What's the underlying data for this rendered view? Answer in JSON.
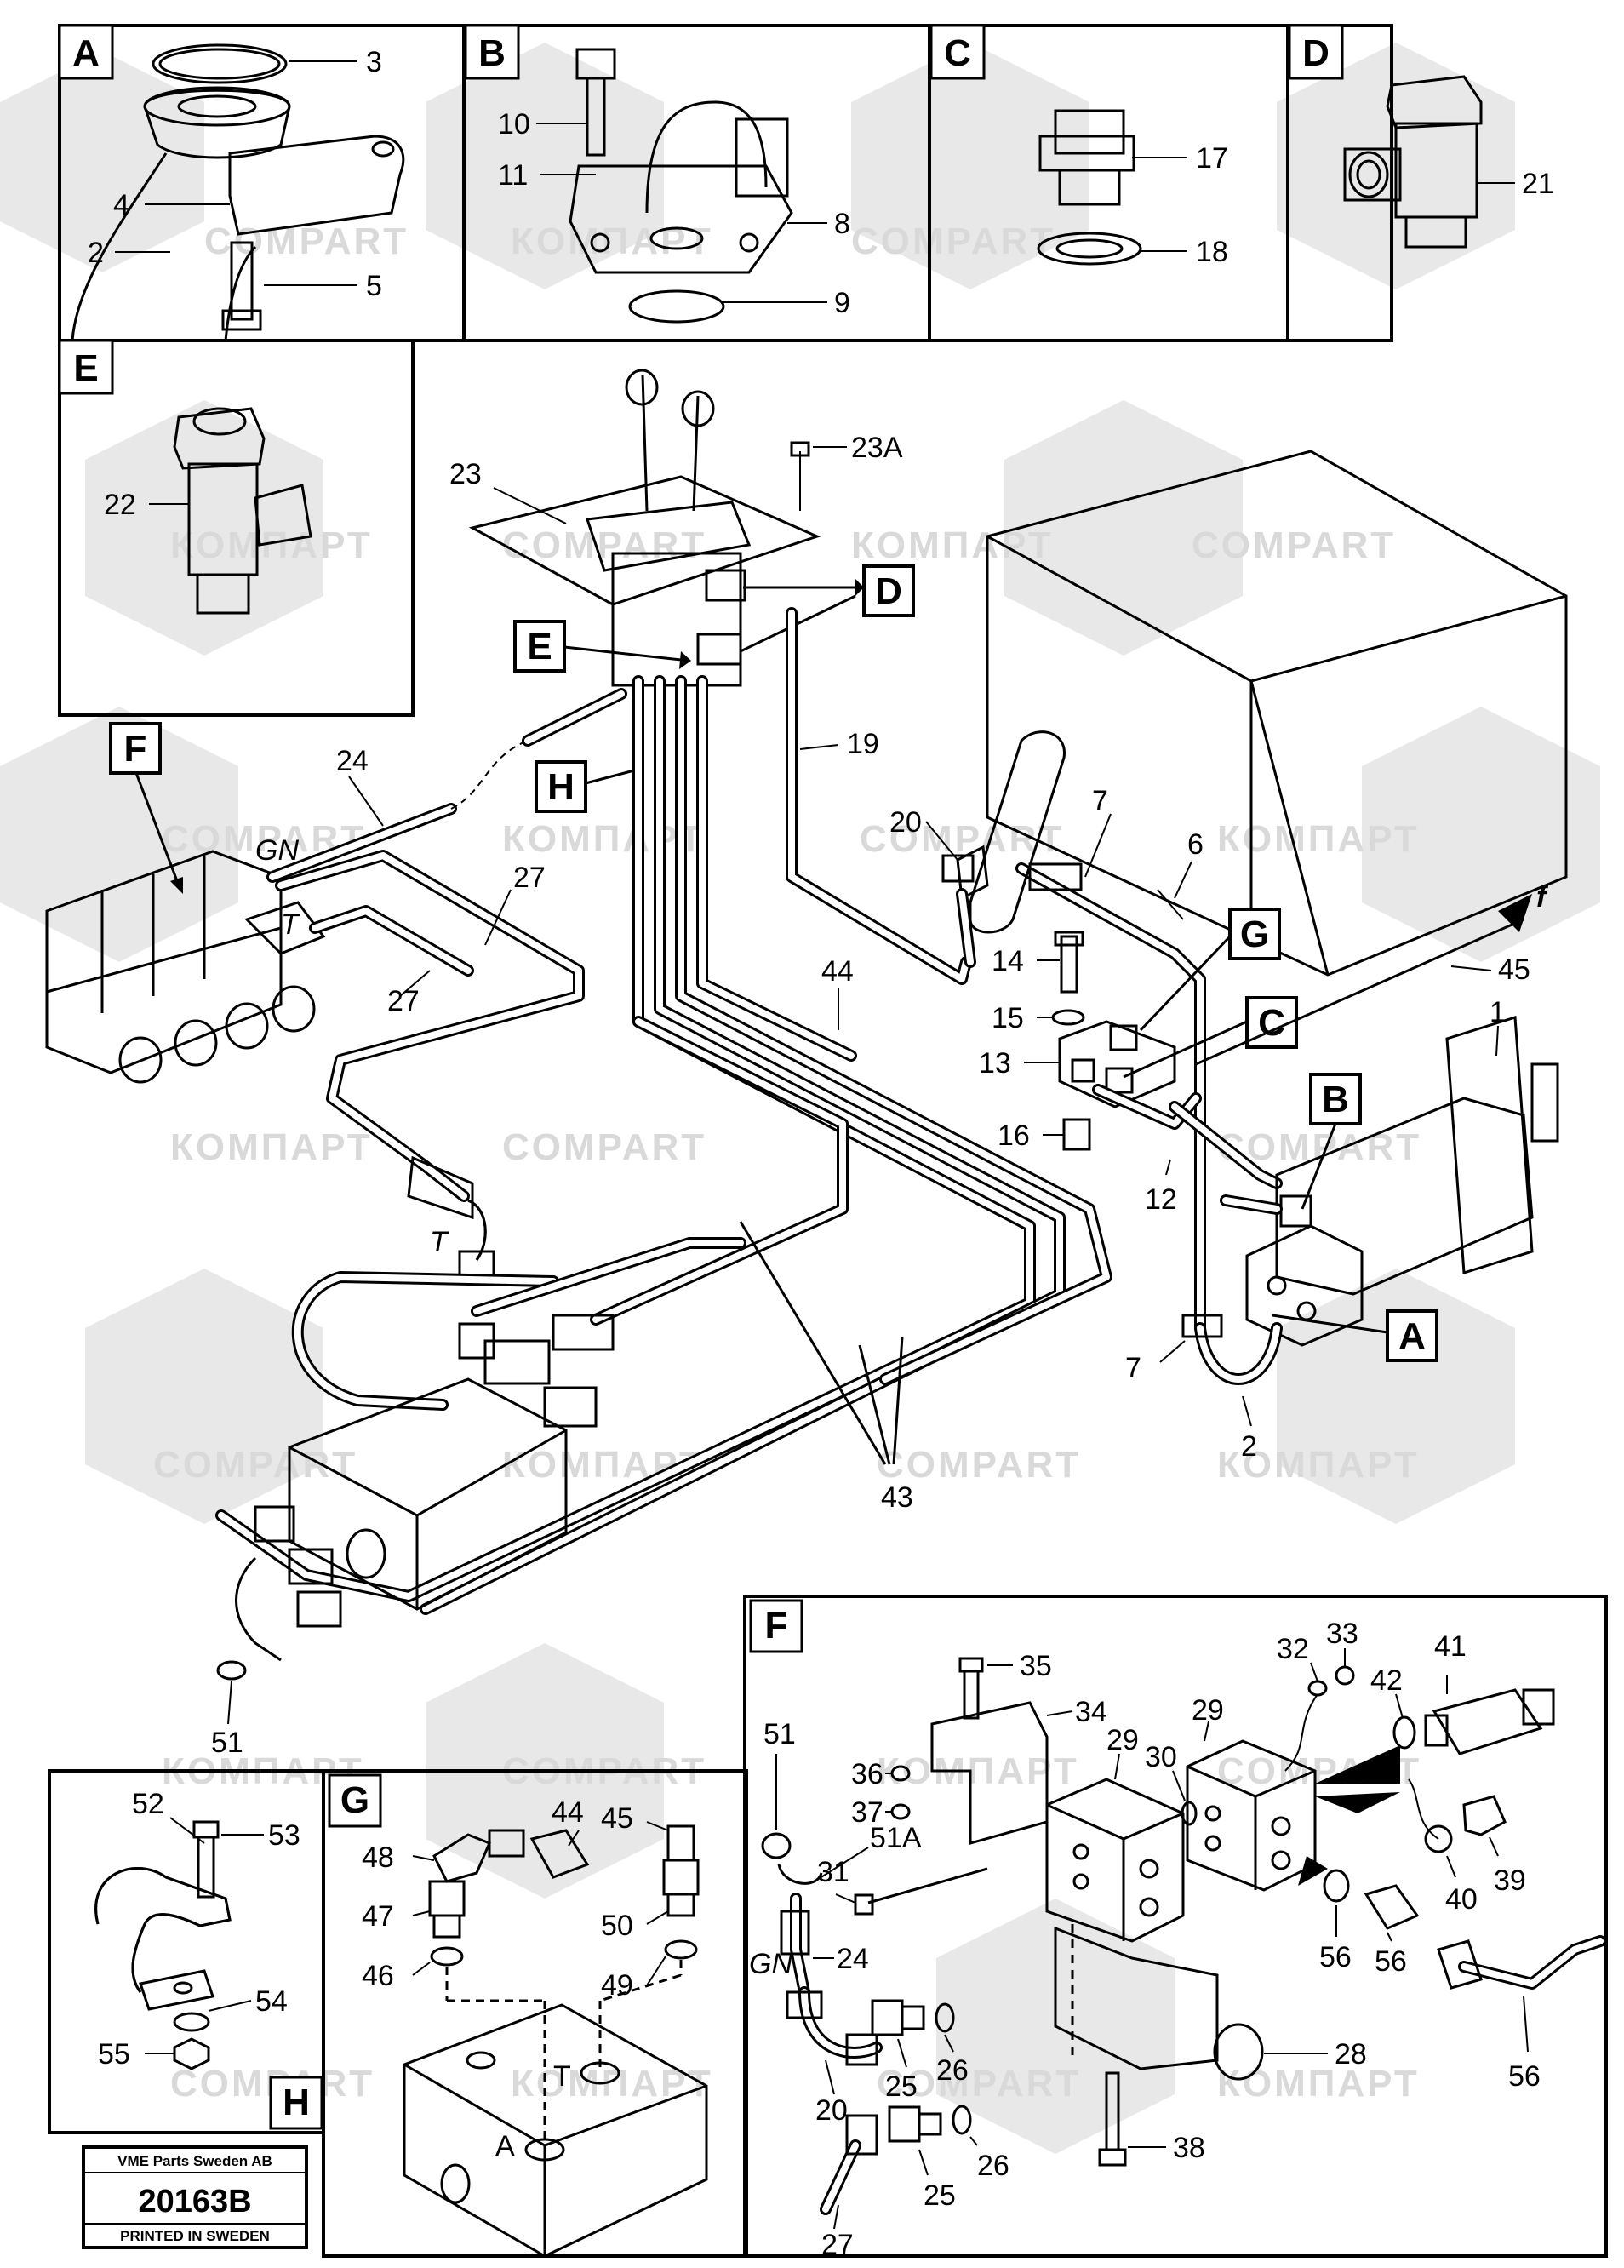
{
  "sections": {
    "A": "A",
    "B": "B",
    "C": "C",
    "D": "D",
    "E": "E",
    "F": "F",
    "G": "G",
    "H": "H"
  },
  "callouts": {
    "D": "D",
    "E": "E",
    "F": "F",
    "H": "H",
    "G": "G",
    "C": "C",
    "B": "B",
    "A": "A"
  },
  "parts_top": {
    "p3": "3",
    "p4": "4",
    "p2": "2",
    "p5": "5",
    "p10": "10",
    "p11": "11",
    "p8": "8",
    "p9": "9",
    "p17": "17",
    "p18": "18",
    "p21": "21",
    "p22": "22"
  },
  "parts_main": {
    "p23": "23",
    "p23A": "23A",
    "p19": "19",
    "p24": "24",
    "p27a": "27",
    "p27b": "27",
    "p20": "20",
    "p7a": "7",
    "p6": "6",
    "pf": "f",
    "p45": "45",
    "p14": "14",
    "p15": "15",
    "p13": "13",
    "p44": "44",
    "p16": "16",
    "p12": "12",
    "p1": "1",
    "p7b": "7",
    "p2b": "2",
    "p43": "43",
    "p51": "51"
  },
  "parts_F": {
    "p35": "35",
    "p34": "34",
    "p33": "33",
    "p32": "32",
    "p41": "41",
    "p42": "42",
    "p29a": "29",
    "p29b": "29",
    "p30": "30",
    "p51": "51",
    "p36": "36",
    "p37": "37",
    "p51A": "51A",
    "p31": "31",
    "p24": "24",
    "p39": "39",
    "p40": "40",
    "p56a": "56",
    "p56b": "56",
    "p56c": "56",
    "p26a": "26",
    "p25a": "25",
    "p20": "20",
    "p28": "28",
    "p26b": "26",
    "p25b": "25",
    "p27": "27",
    "p38": "38",
    "gn": "GN"
  },
  "parts_G": {
    "p44": "44",
    "p45": "45",
    "p48": "48",
    "p47": "47",
    "p46": "46",
    "p50": "50",
    "p49": "49",
    "portA": "A",
    "portT": "T"
  },
  "parts_H": {
    "p52": "52",
    "p53": "53",
    "p54": "54",
    "p55": "55"
  },
  "hose_marks": {
    "gn": "GN",
    "t1": "T",
    "t2": "T"
  },
  "watermarks": {
    "latin": "COMPART",
    "cyrillic": "КОМПАРТ"
  },
  "stamp": {
    "company": "VME Parts Sweden AB",
    "number": "20163B",
    "printed": "PRINTED IN SWEDEN"
  }
}
